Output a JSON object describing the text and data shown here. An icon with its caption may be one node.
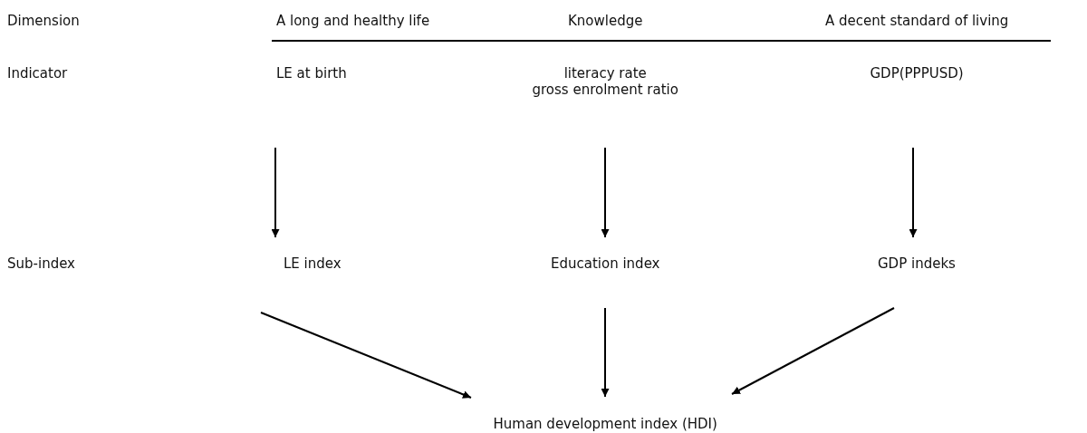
{
  "diagram": {
    "nodes": [
      {
        "text": [
          "LE at birth"
        ]
      },
      {
        "text": [
          "literacy rate",
          "gross enrolment ratio"
        ]
      },
      {
        "text": [
          "GDP(PPPUSD)"
        ]
      },
      {
        "text": [
          "LE index"
        ]
      },
      {
        "text": [
          "Education index"
        ]
      },
      {
        "text": [
          "GDP indeks"
        ]
      },
      {
        "text": [
          "Human development index (HDI)"
        ]
      }
    ],
    "edges": [
      {
        "from": 0,
        "to": 3,
        "arrow": "to"
      },
      {
        "from": 1,
        "to": 4,
        "arrow": "to"
      },
      {
        "from": 2,
        "to": 5,
        "arrow": "to"
      },
      {
        "from": 3,
        "to": 6,
        "arrow": "to"
      },
      {
        "from": 4,
        "to": 6,
        "arrow": "to"
      },
      {
        "from": 5,
        "to": 6,
        "arrow": "to"
      }
    ],
    "labels": [
      "Dimension",
      "A long and healthy life",
      "Knowledge",
      "A decent standard of living",
      "Indicator",
      "Sub-index"
    ]
  }
}
